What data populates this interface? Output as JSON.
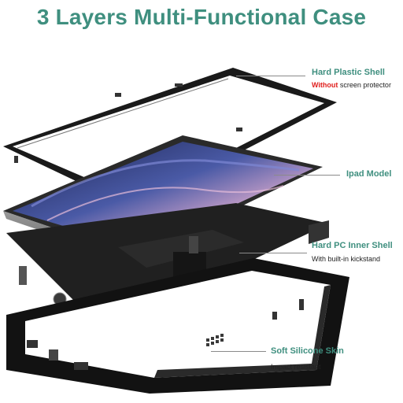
{
  "title": "3 Layers Multi-Functional Case",
  "layers": [
    {
      "name": "Hard Plastic Shell",
      "desc_warn": "Without",
      "desc_rest": " screen protector"
    },
    {
      "name": "Ipad Model",
      "desc": ""
    },
    {
      "name": "Hard PC Inner Shell",
      "desc": "With built-in kickstand"
    },
    {
      "name": "Soft Silicone Skin",
      "desc": "Impact resistant"
    }
  ],
  "colors": {
    "title": "#3f8f7f",
    "accent": "#3f8f7f",
    "warning": "#e0201e"
  }
}
